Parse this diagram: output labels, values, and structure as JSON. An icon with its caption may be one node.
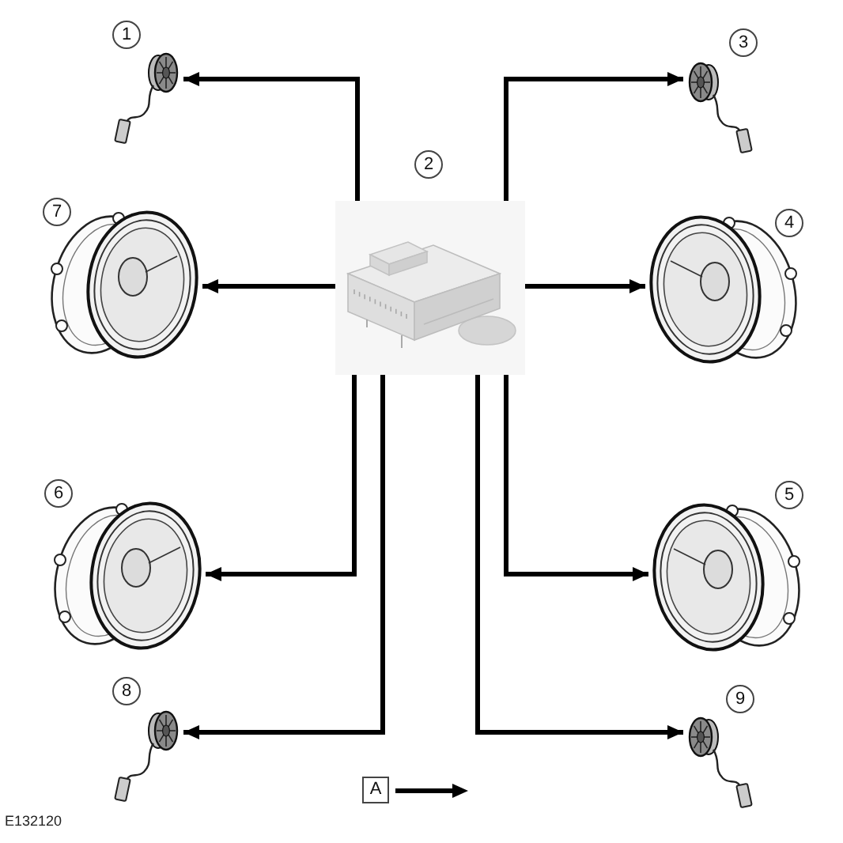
{
  "diagram": {
    "nodes": [
      {
        "text": [],
        "shape": "picture",
        "beside": [
          "1"
        ]
      },
      {
        "text": [],
        "shape": "picture",
        "beside": [
          "3"
        ]
      },
      {
        "text": [],
        "shape": "picture",
        "beside": [
          "2"
        ]
      },
      {
        "text": [],
        "shape": "picture",
        "beside": [
          "7"
        ]
      },
      {
        "text": [],
        "shape": "picture",
        "beside": [
          "4"
        ]
      },
      {
        "text": [],
        "shape": "picture",
        "beside": [
          "6"
        ]
      },
      {
        "text": [],
        "shape": "picture",
        "beside": [
          "5"
        ]
      },
      {
        "text": [],
        "shape": "picture",
        "beside": [
          "8"
        ]
      },
      {
        "text": [],
        "shape": "picture",
        "beside": [
          "9"
        ]
      }
    ],
    "edges": [
      {
        "from": 2,
        "to": 0,
        "arrow": "to"
      },
      {
        "from": 2,
        "to": 1,
        "arrow": "to"
      },
      {
        "from": 2,
        "to": 3,
        "arrow": "to"
      },
      {
        "from": 2,
        "to": 4,
        "arrow": "to"
      },
      {
        "from": 2,
        "to": 5,
        "arrow": "to"
      },
      {
        "from": 2,
        "to": 6,
        "arrow": "to"
      },
      {
        "from": 2,
        "to": 7,
        "arrow": "to"
      },
      {
        "from": 2,
        "to": 8,
        "arrow": "to"
      }
    ],
    "labels": [
      "E132120"
    ],
    "legend": [
      {
        "text": "A"
      }
    ]
  }
}
